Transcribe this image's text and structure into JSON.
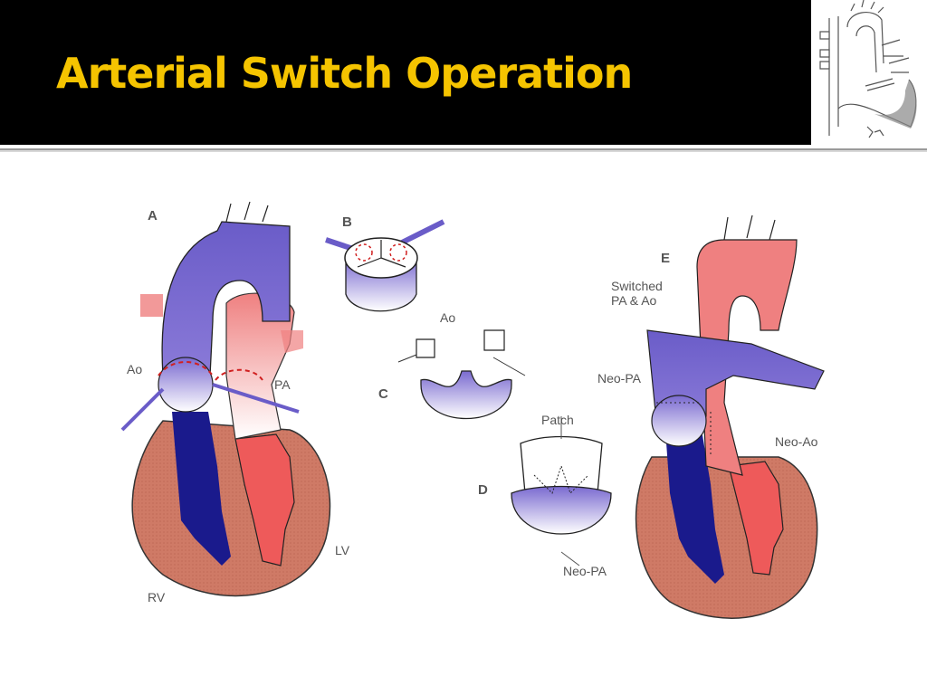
{
  "slide": {
    "title": "Arterial Switch Operation",
    "colors": {
      "header_bg": "#000000",
      "title": "#f5c400",
      "deoxygenated": "#6a5cc8",
      "oxygenated": "#ef7a7a",
      "myocardium": "#cf7a66",
      "rv_cavity": "#1a1a8c",
      "lv_cavity": "#ee5a5a",
      "suture": "#d02020"
    },
    "thumbnail": {
      "icon": "heart-line-drawing-icon"
    }
  },
  "figure": {
    "panels": [
      {
        "id": "A",
        "letter": "A",
        "labels": [
          "Ao",
          "PA",
          "RV",
          "LV"
        ]
      },
      {
        "id": "B",
        "letter": "B",
        "labels": [
          "Ao"
        ]
      },
      {
        "id": "C",
        "letter": "C",
        "labels": []
      },
      {
        "id": "D",
        "letter": "D",
        "labels": [
          "Patch",
          "Neo-PA"
        ]
      },
      {
        "id": "E",
        "letter": "E",
        "labels": [
          "Switched\nPA & Ao",
          "Neo-PA",
          "Neo-Ao"
        ]
      }
    ]
  }
}
